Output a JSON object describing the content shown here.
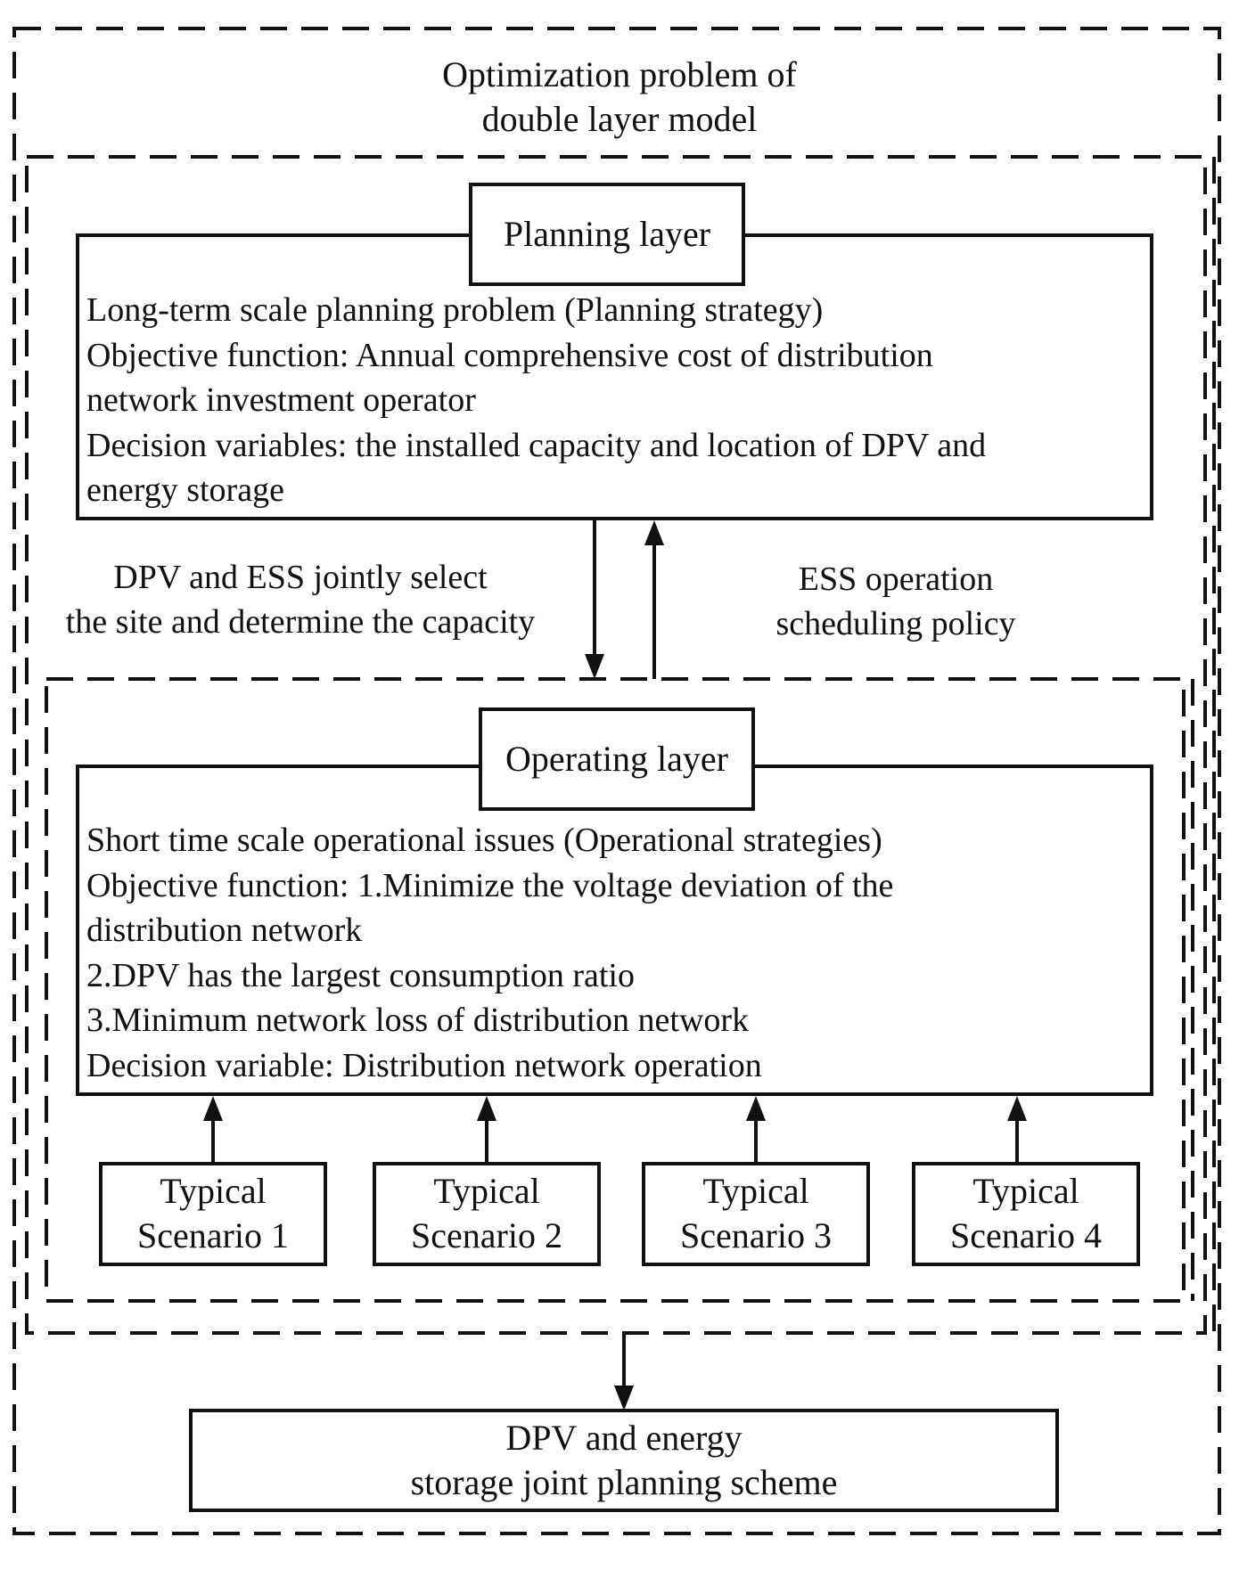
{
  "outer_title_lines": [
    "Optimization problem of",
    "double layer model"
  ],
  "planning": {
    "header": "Planning layer",
    "lines": [
      "Long-term scale planning problem (Planning strategy)",
      "Objective function: Annual comprehensive cost of distribution",
      "network investment operator",
      "Decision variables: the installed capacity and location of DPV and",
      "energy storage"
    ]
  },
  "left_annotation": [
    "DPV and ESS jointly select",
    "the site and determine the capacity"
  ],
  "right_annotation": [
    "ESS operation",
    "scheduling policy"
  ],
  "operating": {
    "header": "Operating layer",
    "lines": [
      "Short time scale operational issues (Operational strategies)",
      "Objective function: 1.Minimize the voltage deviation of the",
      "distribution network",
      "2.DPV has the largest consumption ratio",
      "3.Minimum network loss of distribution network",
      "Decision variable: Distribution network operation"
    ]
  },
  "scenarios": [
    {
      "line1": "Typical",
      "line2": "Scenario 1"
    },
    {
      "line1": "Typical",
      "line2": "Scenario 2"
    },
    {
      "line1": "Typical",
      "line2": "Scenario 3"
    },
    {
      "line1": "Typical",
      "line2": "Scenario 4"
    }
  ],
  "result_lines": [
    "DPV and energy",
    "storage joint planning scheme"
  ]
}
